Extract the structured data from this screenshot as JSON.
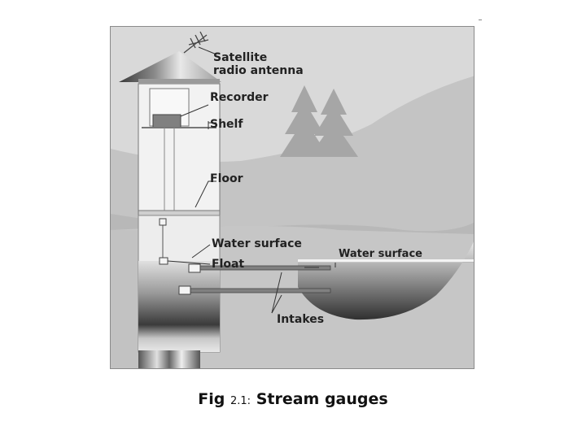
{
  "figure": {
    "labels": {
      "antenna_line1": "Satellite",
      "antenna_line2": "radio antenna",
      "recorder": "Recorder",
      "shelf": "Shelf",
      "floor": "Floor",
      "water_surface_well": "Water surface",
      "float": "Float",
      "water_surface_stream": "Water surface",
      "intakes": "Intakes"
    }
  },
  "caption": {
    "prefix": "Fig",
    "number": "2.1:",
    "title": "Stream gauges"
  }
}
